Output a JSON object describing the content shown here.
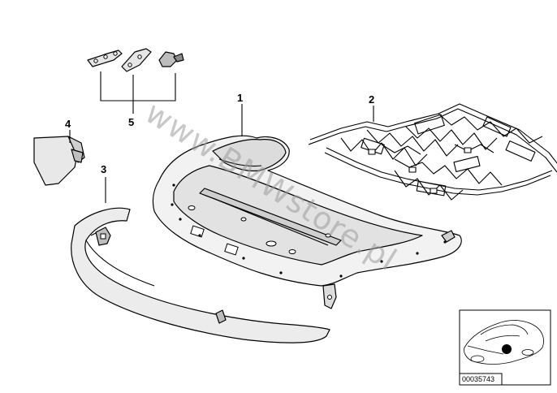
{
  "callouts": {
    "c1": "1",
    "c2": "2",
    "c3": "3",
    "c4": "4",
    "c5": "5"
  },
  "watermark": "www.BMWstore.pl",
  "thumbnail": {
    "part_number": "00035743"
  },
  "colors": {
    "line": "#000000",
    "part_fill": "#f2f2f2",
    "shade": "#d9d9d9",
    "watermark": "#9a9a9a"
  }
}
